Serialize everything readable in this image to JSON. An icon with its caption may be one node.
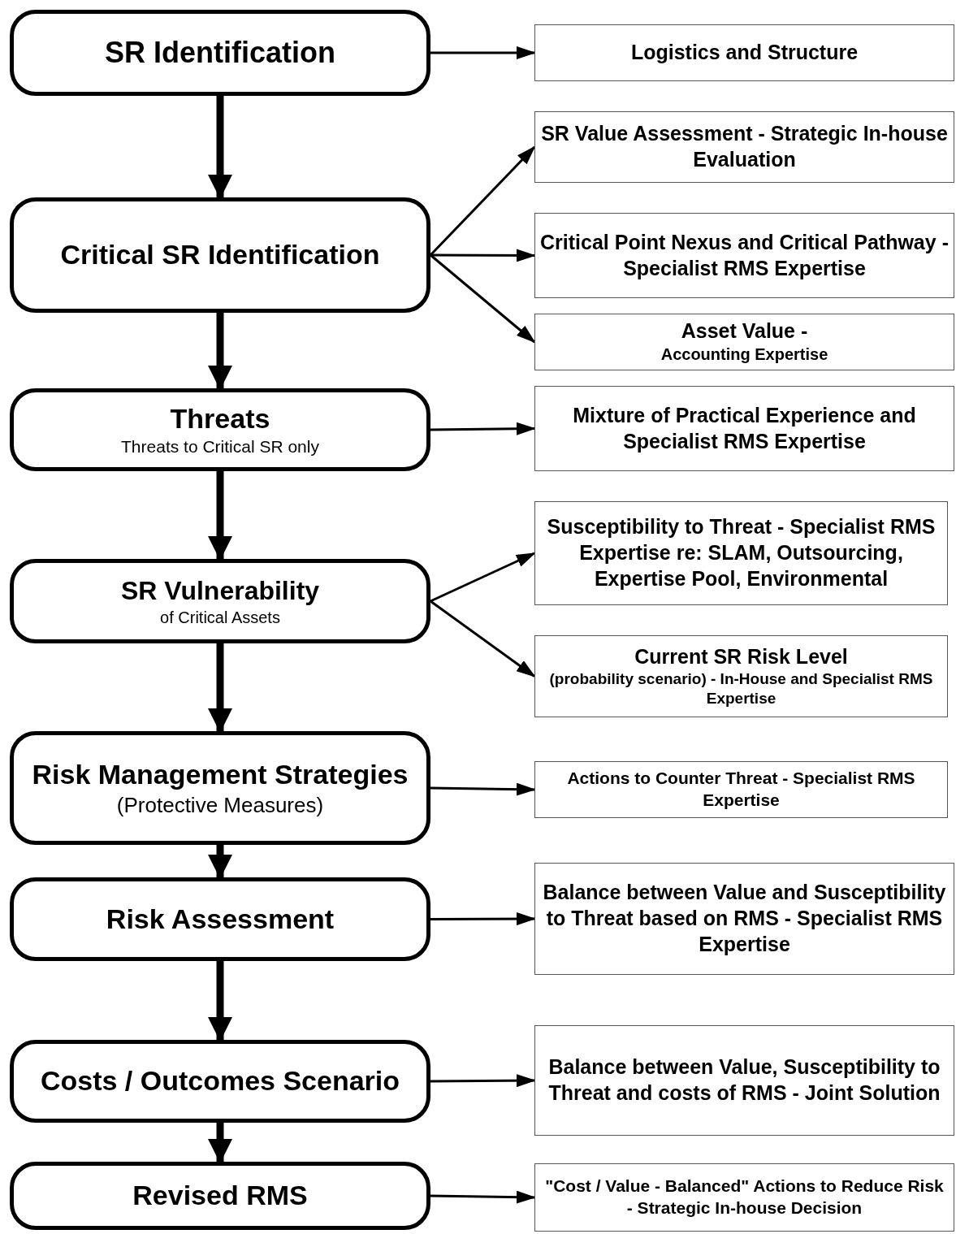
{
  "diagram": {
    "nodes": [
      {
        "text": [
          "SR Identification"
        ]
      },
      {
        "text": [
          "Critical SR Identification"
        ]
      },
      {
        "text": [
          "Threats",
          "Threats to Critical SR only"
        ]
      },
      {
        "text": [
          "SR Vulnerability",
          "of Critical Assets"
        ]
      },
      {
        "text": [
          "Risk Management Strategies",
          "(Protective Measures)"
        ]
      },
      {
        "text": [
          "Risk Assessment"
        ]
      },
      {
        "text": [
          "Costs / Outcomes Scenario"
        ]
      },
      {
        "text": [
          "Revised RMS"
        ]
      },
      {
        "text": [
          "Logistics and Structure"
        ]
      },
      {
        "text": [
          "SR Value Assessment - Strategic In-house Evaluation"
        ]
      },
      {
        "text": [
          "Critical Point Nexus and Critical Pathway - Specialist RMS Expertise"
        ]
      },
      {
        "text": [
          "Asset Value -",
          "Accounting Expertise"
        ]
      },
      {
        "text": [
          "Mixture of Practical Experience and Specialist RMS Expertise"
        ]
      },
      {
        "text": [
          "Susceptibility to Threat - Specialist RMS Expertise re: SLAM, Outsourcing, Expertise Pool, Environmental"
        ]
      },
      {
        "text": [
          "Current SR Risk Level",
          "(probability scenario) - In-House and Specialist RMS Expertise"
        ]
      },
      {
        "text": [
          "Actions to Counter Threat - Specialist RMS Expertise"
        ]
      },
      {
        "text": [
          "Balance between Value and Susceptibility to Threat based on RMS - Specialist RMS Expertise"
        ]
      },
      {
        "text": [
          "Balance between Value, Susceptibility to Threat and costs of RMS - Joint Solution"
        ]
      },
      {
        "text": [
          "\"Cost / Value - Balanced\" Actions to Reduce Risk - Strategic In-house Decision"
        ]
      }
    ],
    "edges": [
      {
        "from": 0,
        "to": 1,
        "arrow": "to",
        "style": "thick"
      },
      {
        "from": 1,
        "to": 2,
        "arrow": "to",
        "style": "thick"
      },
      {
        "from": 2,
        "to": 3,
        "arrow": "to",
        "style": "thick"
      },
      {
        "from": 3,
        "to": 4,
        "arrow": "to",
        "style": "thick"
      },
      {
        "from": 4,
        "to": 5,
        "arrow": "to",
        "style": "thick"
      },
      {
        "from": 5,
        "to": 6,
        "arrow": "to",
        "style": "thick"
      },
      {
        "from": 6,
        "to": 7,
        "arrow": "to",
        "style": "thick"
      },
      {
        "from": 0,
        "to": 8,
        "arrow": "to"
      },
      {
        "from": 1,
        "to": 9,
        "arrow": "to"
      },
      {
        "from": 1,
        "to": 10,
        "arrow": "to"
      },
      {
        "from": 1,
        "to": 11,
        "arrow": "to"
      },
      {
        "from": 2,
        "to": 12,
        "arrow": "to"
      },
      {
        "from": 3,
        "to": 13,
        "arrow": "to"
      },
      {
        "from": 3,
        "to": 14,
        "arrow": "to"
      },
      {
        "from": 4,
        "to": 15,
        "arrow": "to"
      },
      {
        "from": 5,
        "to": 16,
        "arrow": "to"
      },
      {
        "from": 6,
        "to": 17,
        "arrow": "to"
      },
      {
        "from": 7,
        "to": 18,
        "arrow": "to"
      }
    ]
  }
}
